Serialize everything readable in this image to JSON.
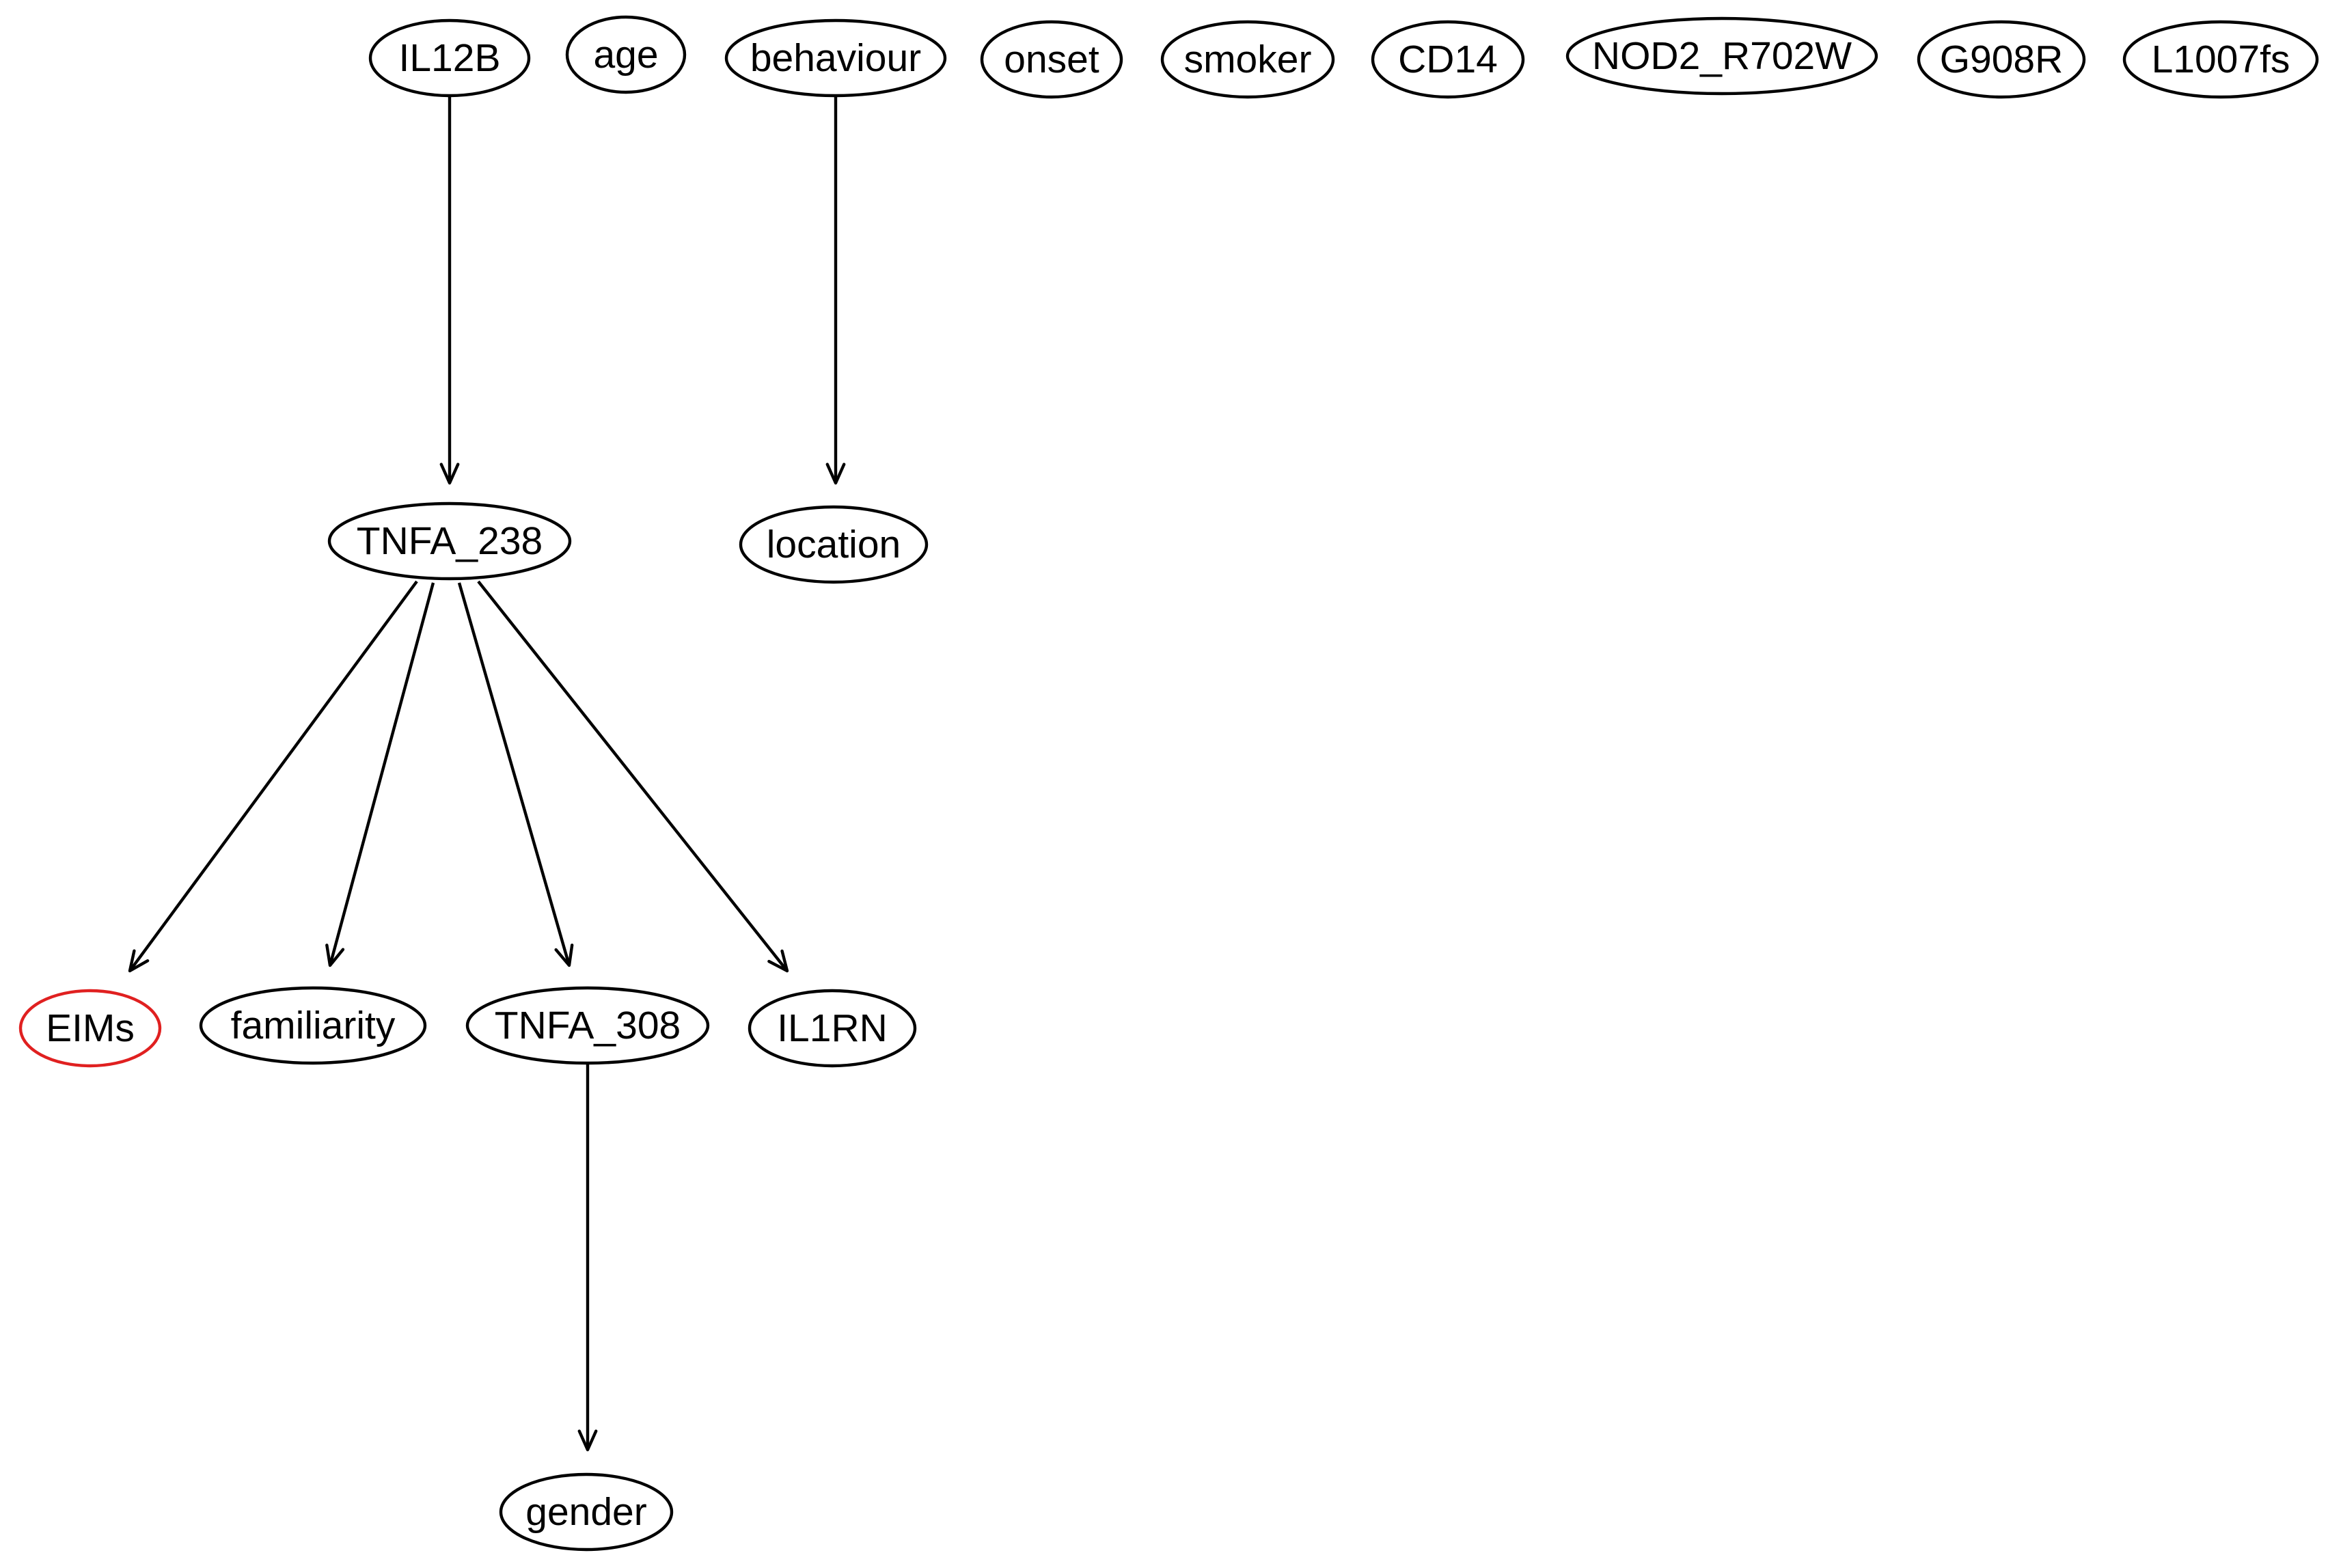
{
  "graph": {
    "nodes": [
      {
        "id": "IL12B",
        "label": "IL12B"
      },
      {
        "id": "age",
        "label": "age"
      },
      {
        "id": "behaviour",
        "label": "behaviour"
      },
      {
        "id": "onset",
        "label": "onset"
      },
      {
        "id": "smoker",
        "label": "smoker"
      },
      {
        "id": "CD14",
        "label": "CD14"
      },
      {
        "id": "NOD2_R702W",
        "label": "NOD2_R702W"
      },
      {
        "id": "G908R",
        "label": "G908R"
      },
      {
        "id": "L1007fs",
        "label": "L1007fs"
      },
      {
        "id": "TNFA_238",
        "label": "TNFA_238"
      },
      {
        "id": "location",
        "label": "location"
      },
      {
        "id": "EIMs",
        "label": "EIMs",
        "highlight_color": "#e02020"
      },
      {
        "id": "familiarity",
        "label": "familiarity"
      },
      {
        "id": "TNFA_308",
        "label": "TNFA_308"
      },
      {
        "id": "IL1RN",
        "label": "IL1RN"
      },
      {
        "id": "gender",
        "label": "gender"
      }
    ],
    "edges": [
      {
        "from": "IL12B",
        "to": "TNFA_238"
      },
      {
        "from": "behaviour",
        "to": "location"
      },
      {
        "from": "TNFA_238",
        "to": "EIMs"
      },
      {
        "from": "TNFA_238",
        "to": "familiarity"
      },
      {
        "from": "TNFA_238",
        "to": "TNFA_308"
      },
      {
        "from": "TNFA_238",
        "to": "IL1RN"
      },
      {
        "from": "TNFA_308",
        "to": "gender"
      }
    ]
  }
}
